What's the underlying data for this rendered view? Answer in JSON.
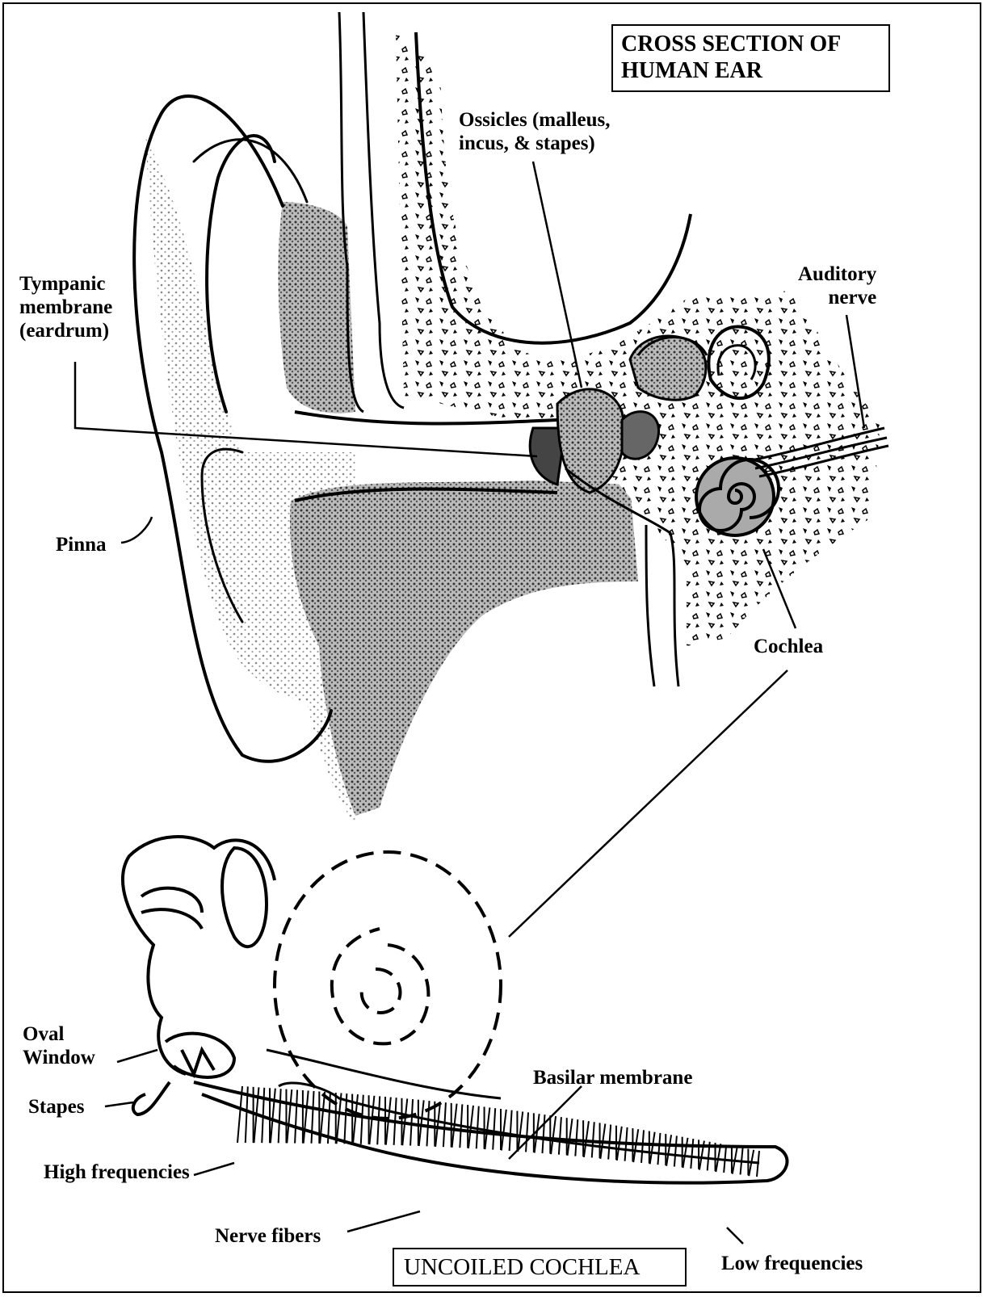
{
  "title": "CROSS SECTION OF\nHUMAN EAR",
  "subtitle": "UNCOILED COCHLEA",
  "labels": {
    "ossicles": "Ossicles (malleus,\nincus, & stapes)",
    "tympanic": "Tympanic\nmembrane\n(eardrum)",
    "auditory_nerve": "Auditory\nnerve",
    "pinna": "Pinna",
    "cochlea": "Cochlea",
    "oval_window": "Oval\nWindow",
    "stapes": "Stapes",
    "basilar": "Basilar membrane",
    "high_freq": "High frequencies",
    "nerve_fibers": "Nerve fibers",
    "low_freq": "Low frequencies"
  },
  "colors": {
    "ink": "#000000",
    "paper": "#ffffff",
    "tissue": "#c8c8c8"
  }
}
